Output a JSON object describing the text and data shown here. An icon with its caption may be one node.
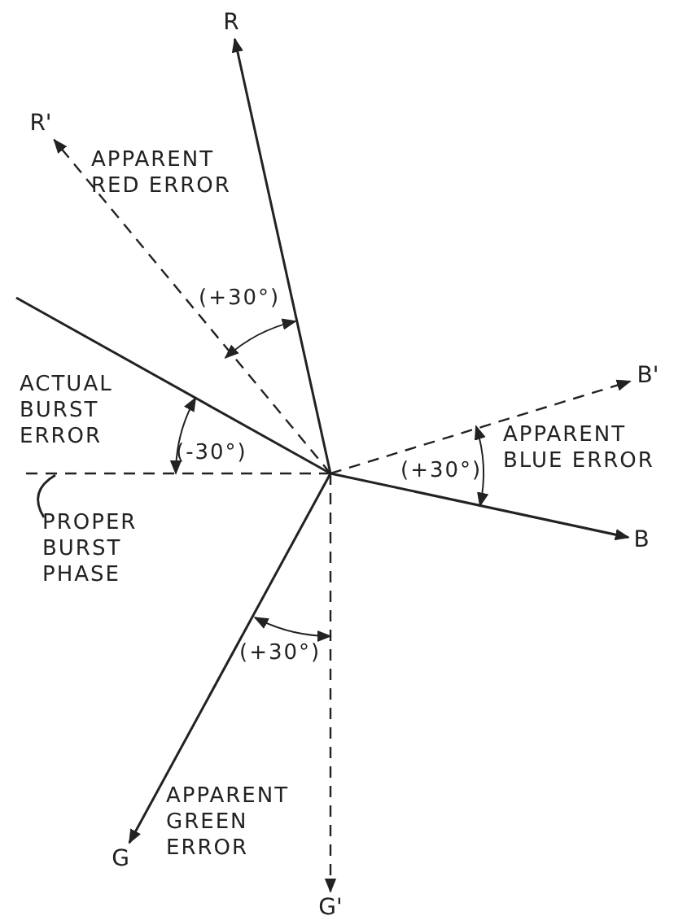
{
  "diagram": {
    "nodes": [
      {
        "text": [
          "R"
        ]
      },
      {
        "text": [
          "R'"
        ]
      },
      {
        "text": [
          "B'"
        ]
      },
      {
        "text": [
          "B"
        ]
      },
      {
        "text": [
          "G"
        ]
      },
      {
        "text": [
          "G'"
        ]
      },
      {
        "text": [
          "PROPER BURST PHASE"
        ]
      }
    ],
    "edges": [
      {
        "from": null,
        "to": 0,
        "arrow": "to"
      },
      {
        "from": null,
        "to": 1,
        "arrow": "to",
        "style": "dashed"
      },
      {
        "from": null,
        "to": 2,
        "arrow": "to",
        "style": "dashed"
      },
      {
        "from": null,
        "to": 3,
        "arrow": "to"
      },
      {
        "from": null,
        "to": 4,
        "arrow": "to"
      },
      {
        "from": null,
        "to": 5,
        "arrow": "to",
        "style": "dashed"
      },
      {
        "from": 6,
        "to": null,
        "arrow": "none"
      }
    ],
    "labels": [
      "APPARENT RED ERROR",
      "(+30°)",
      "ACTUAL BURST ERROR",
      "(-30°)",
      "(+30°)",
      "APPARENT BLUE ERROR",
      "(+30°)",
      "APPARENT GREEN ERROR"
    ]
  }
}
